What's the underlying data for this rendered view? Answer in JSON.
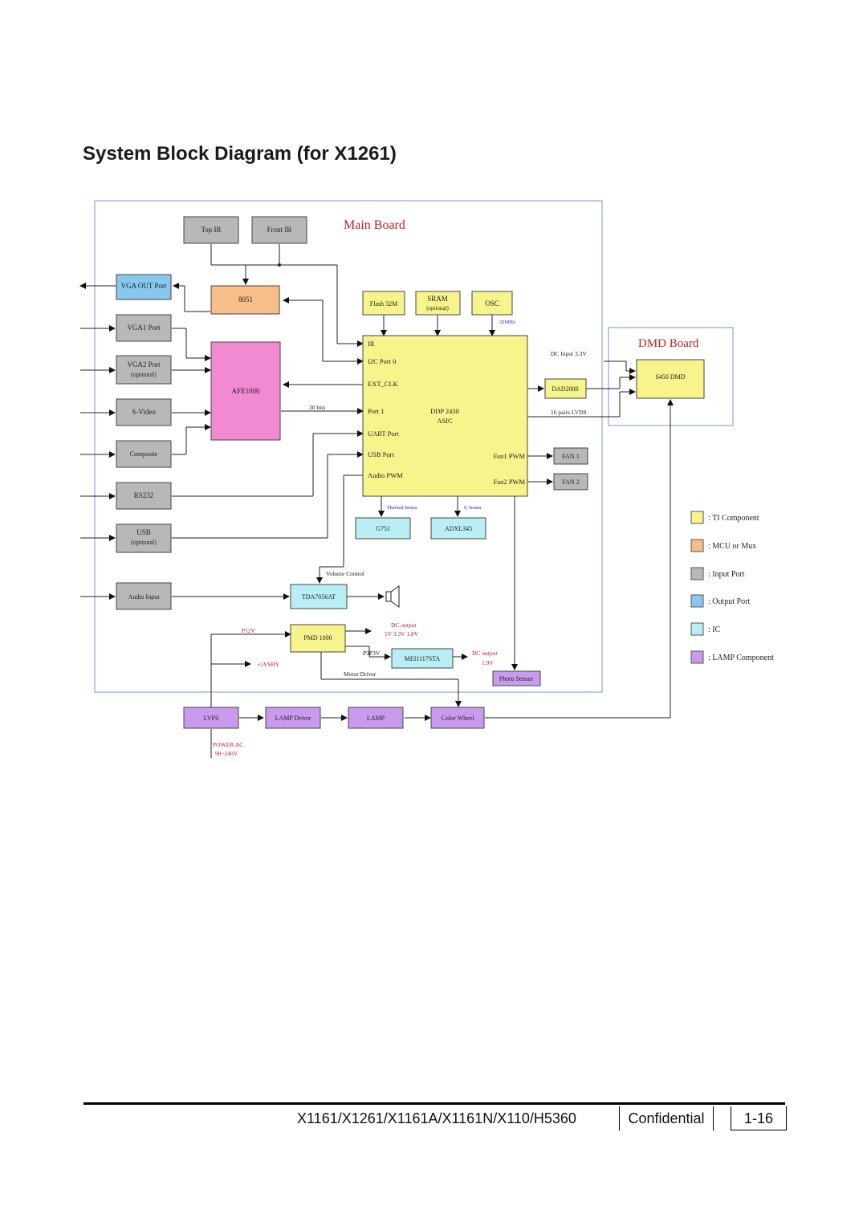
{
  "title": "System Block Diagram (for X1261)",
  "colors": {
    "ti_component": "#f7f48c",
    "mcu_or_mux": "#f7be8a",
    "input_port": "#b8b8b8",
    "output_port": "#88c8ef",
    "ic": "#b8eef4",
    "lamp_component": "#c89bee",
    "afe": "#f28ad2",
    "board_border": "#8aa8e8",
    "red_label": "#c02020",
    "blue_label": "#2020c0"
  },
  "boards": {
    "main_label": "Main Board",
    "dmd_label": "DMD Board"
  },
  "blocks": {
    "top_ir": "Top IR",
    "front_ir": "Front IR",
    "vga_out_port": "VGA OUT Port",
    "mcu_8051": "8051",
    "vga1_port": "VGA1 Port",
    "vga2_port": "VGA2 Port",
    "vga2_optional": "(optional)",
    "s_video": "S-Video",
    "composite": "Composite",
    "rs232": "RS232",
    "usb": "USB",
    "usb_optional": "(optional)",
    "audio_input": "Audio Input",
    "afe1000": "AFE1000",
    "flash": "Flash 32M",
    "sram": "SRAM",
    "sram_optional": "(optional)",
    "osc": "OSC",
    "ddp_ports": [
      "IR",
      "I2C Port 0",
      "EXT_CLK",
      "Port 1",
      "UART Port",
      "USB Port",
      "Audio PWM"
    ],
    "ddp_name": "DDP 2430",
    "ddp_sub": "ASIC",
    "fan1_pwm": "Fan1 PWM",
    "fan2_pwm": "Fan2 PWM",
    "fan1": "FAN 1",
    "fan2": "FAN 2",
    "dad2000": "DAD2000",
    "dmd": "S450 DMD",
    "g751": "G751",
    "adxl345": "ADXL345",
    "tda": "TDA7056AT",
    "pmd1000": "PMD 1000",
    "mei": "MEI1117STA",
    "photo_sensor": "Photo Sensor",
    "lvps": "LVPS",
    "lamp_driver": "LAMP Driver",
    "lamp": "LAMP",
    "color_wheel": "Color Wheel"
  },
  "annotations": {
    "osc_freq": "32MHz",
    "dc_input": "DC Input 3.3V",
    "bits30": "30 bits",
    "lvds": "16 pairs LVDS",
    "thermal_sensor": "Thermal Sensor",
    "g_sensor": "G Sensor",
    "volume_control": "Volume Control",
    "p12v": "P12V",
    "p5vsby": "+5VSBY",
    "dc_output_1": "DC output",
    "dc_output_1_v": "5V 3.3V 1.8V",
    "p3p3v": "P3P3V",
    "dc_output_2": "DC output",
    "dc_output_2_v": "1.9V",
    "motor_driver": "Motor Driver",
    "power_ac": "POWER AC",
    "power_ac_v": "90~240V"
  },
  "legend": [
    {
      "color": "#f7f48c",
      "label": ": TI Component"
    },
    {
      "color": "#f7be8a",
      "label": ": MCU or Mux"
    },
    {
      "color": "#b8b8b8",
      "label": ": Input Port"
    },
    {
      "color": "#88c8ef",
      "label": ": Output Port"
    },
    {
      "color": "#b8eef4",
      "label": ": IC"
    },
    {
      "color": "#c89bee",
      "label": ": LAMP Component"
    }
  ],
  "footer": {
    "models": "X1161/X1261/X1161A/X1161N/X110/H5360",
    "confidential": "Confidential",
    "page": "1-16"
  }
}
